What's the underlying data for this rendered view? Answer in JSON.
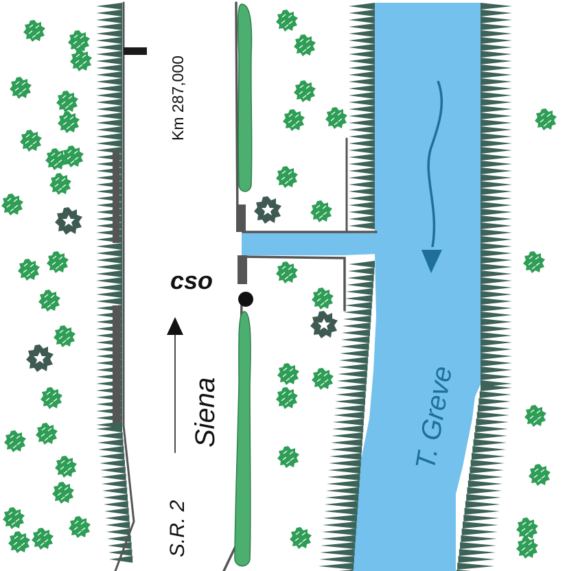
{
  "labels": {
    "km_marker": "Km 287,000",
    "cso": "cso",
    "road": "S.R. 2",
    "direction": "Siena",
    "river": "T. Greve"
  },
  "colors": {
    "river": "#74c1ee",
    "river_arrow": "#1f6f9c",
    "embankment": "#3d6358",
    "road_line": "#555555",
    "median_strip": "#4caf6f",
    "bush_light": "#2e9d55",
    "bush_dark": "#3e5a52",
    "text": "#111111"
  },
  "icons": {
    "tree": "bush-icon",
    "dark_tree": "dark-bush-icon",
    "outfall": "outfall-point-icon",
    "flow": "flow-arrow-icon",
    "north": "direction-arrow-icon"
  }
}
